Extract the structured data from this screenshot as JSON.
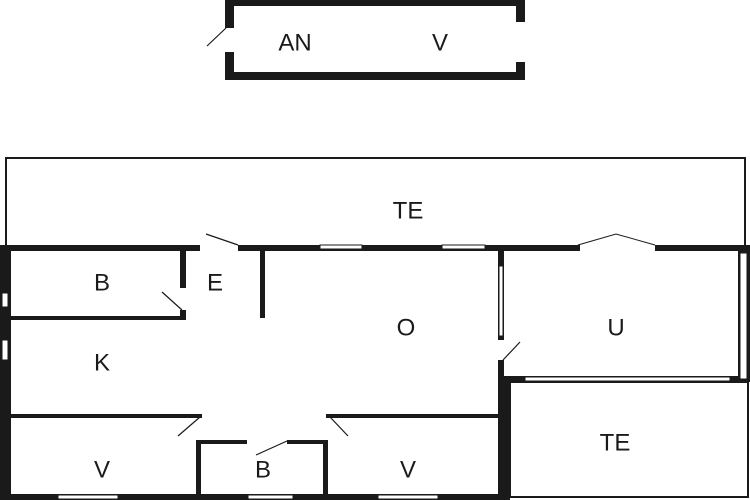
{
  "shed": {
    "rooms": [
      {
        "label": "AN"
      },
      {
        "label": "V"
      }
    ]
  },
  "terrace_top": {
    "label": "TE"
  },
  "house": {
    "rooms": [
      {
        "label": "B"
      },
      {
        "label": "E"
      },
      {
        "label": "O"
      },
      {
        "label": "K"
      },
      {
        "label": "U"
      },
      {
        "label": "TE"
      },
      {
        "label": "V"
      },
      {
        "label": "B"
      },
      {
        "label": "V"
      }
    ]
  },
  "colors": {
    "wall": "#1a1a1a",
    "background": "#ffffff"
  }
}
